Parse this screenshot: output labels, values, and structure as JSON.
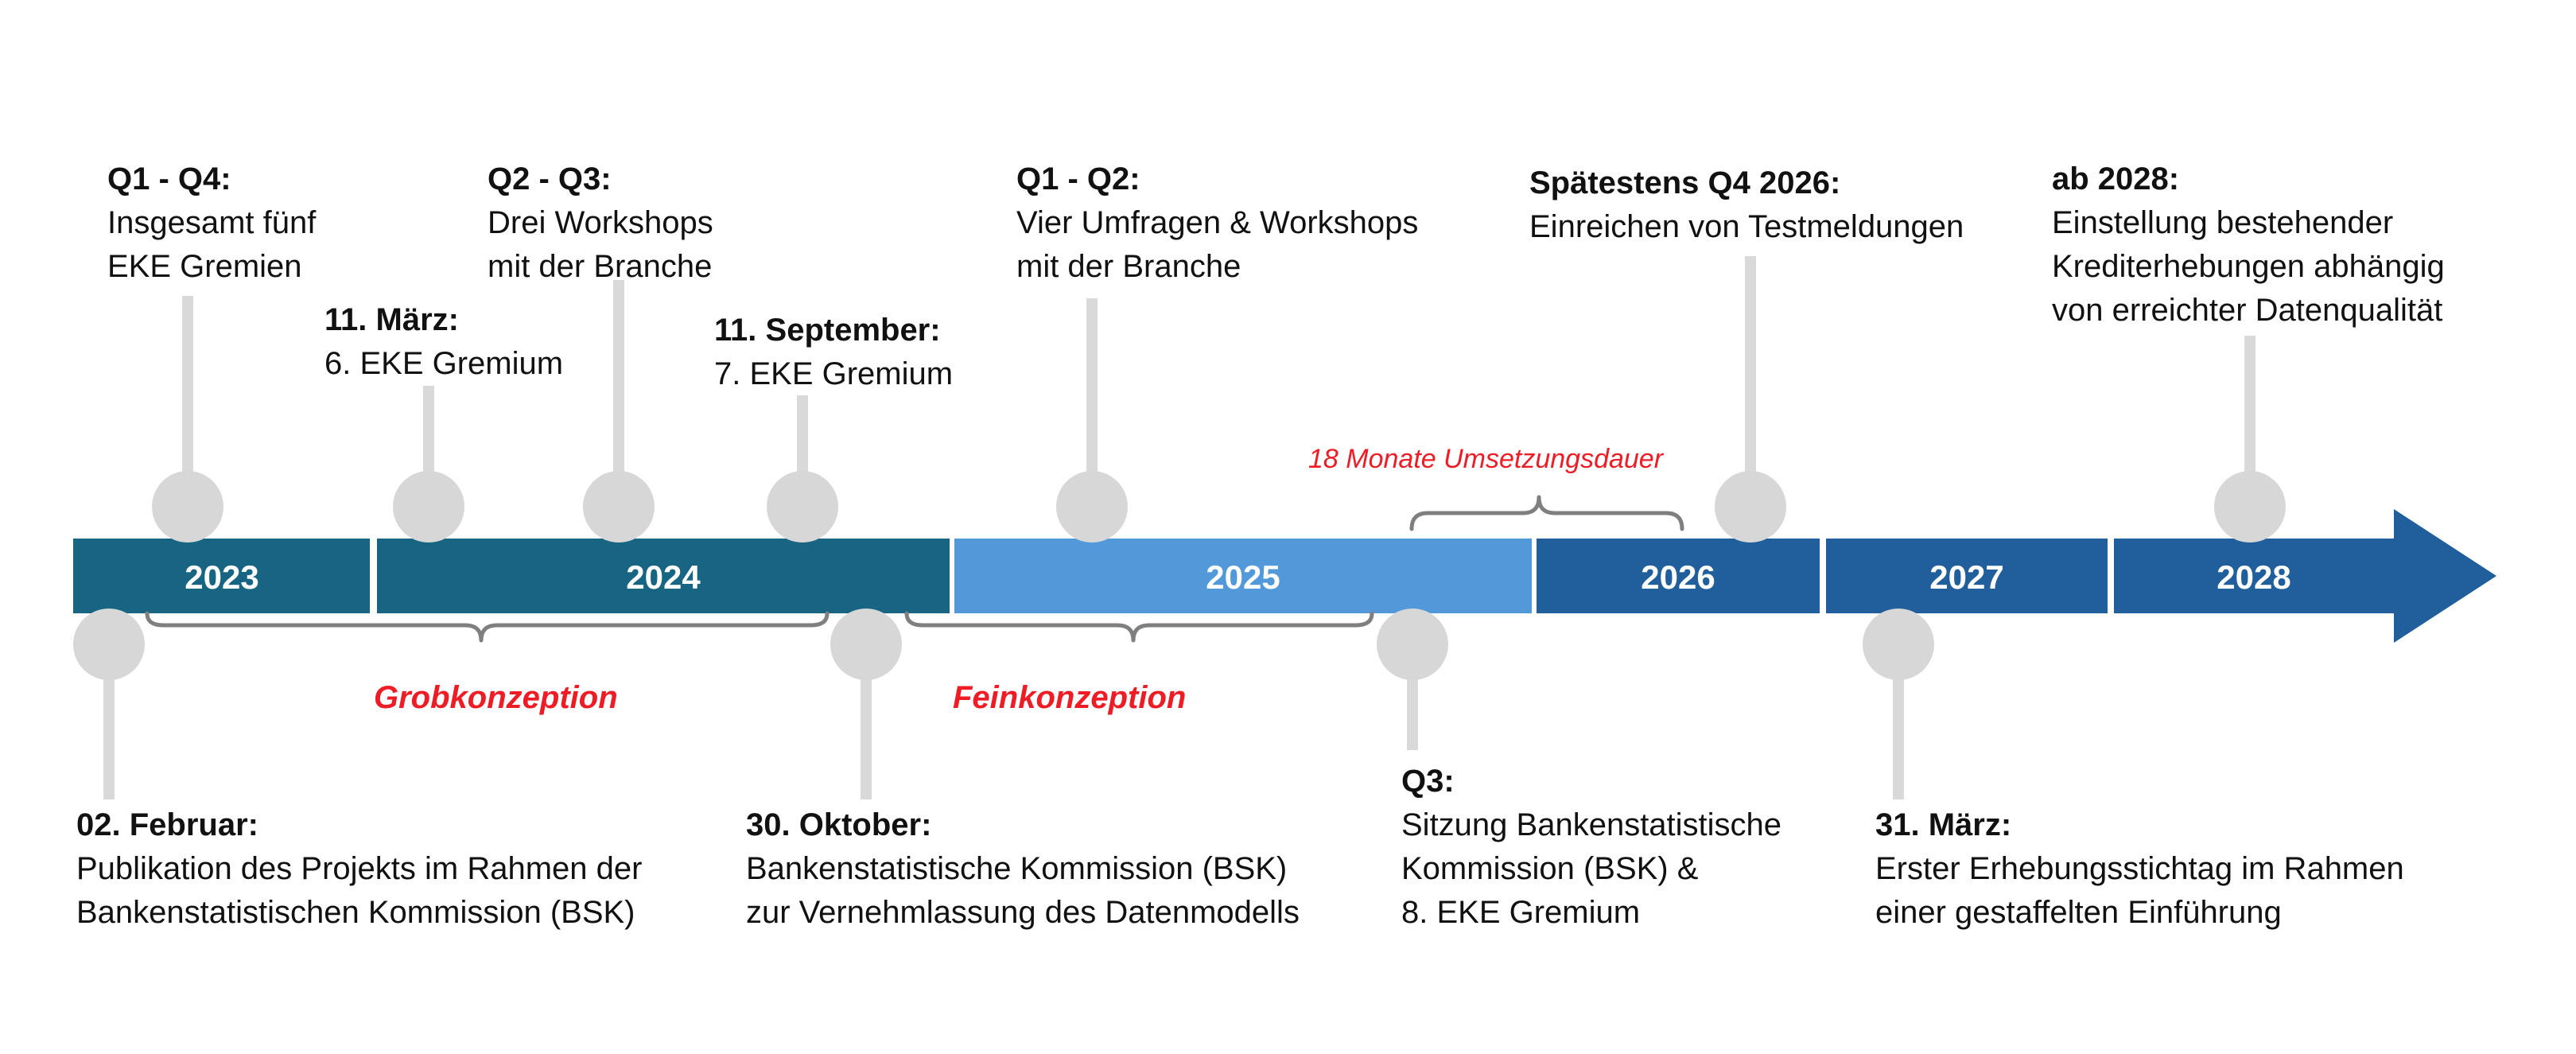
{
  "colors": {
    "dark_teal": "#176582",
    "light_blue": "#5199d9",
    "navy": "#215f9c",
    "marker_gray": "#d7d7d7",
    "stem_gray": "#d9d9d9",
    "brace_gray": "#7f7f7f",
    "accent_red": "#ee1c25"
  },
  "years": [
    "2023",
    "2024",
    "2025",
    "2026",
    "2027",
    "2028"
  ],
  "phases": {
    "grob": "Grobkonzeption",
    "fein": "Feinkonzeption",
    "duration": "18 Monate Umsetzungsdauer"
  },
  "events_above": [
    {
      "title": "Q1 - Q4:",
      "desc": "Insgesamt fünf\nEKE Gremien"
    },
    {
      "title": "11. März:",
      "desc": "6. EKE Gremium"
    },
    {
      "title": "Q2 - Q3:",
      "desc": "Drei Workshops\nmit der Branche"
    },
    {
      "title": "11. September:",
      "desc": "7. EKE Gremium"
    },
    {
      "title": "Q1 - Q2:",
      "desc": "Vier Umfragen & Workshops\nmit der Branche"
    },
    {
      "title": "Spätestens Q4 2026:",
      "desc": "Einreichen von Testmeldungen"
    },
    {
      "title": "ab 2028:",
      "desc": "Einstellung bestehender\nKrediterhebungen abhängig\nvon erreichter Datenqualität"
    }
  ],
  "events_below": [
    {
      "title": "02. Februar:",
      "desc": "Publikation des Projekts im Rahmen der\nBankenstatistischen Kommission (BSK)"
    },
    {
      "title": "30. Oktober:",
      "desc": "Bankenstatistische Kommission (BSK)\nzur Vernehmlassung des Datenmodells"
    },
    {
      "title": "Q3:",
      "desc": "Sitzung Bankenstatistische\nKommission (BSK) &\n8. EKE Gremium"
    },
    {
      "title": "31. März:",
      "desc": "Erster Erhebungsstichtag im Rahmen\neiner gestaffelten Einführung"
    }
  ]
}
